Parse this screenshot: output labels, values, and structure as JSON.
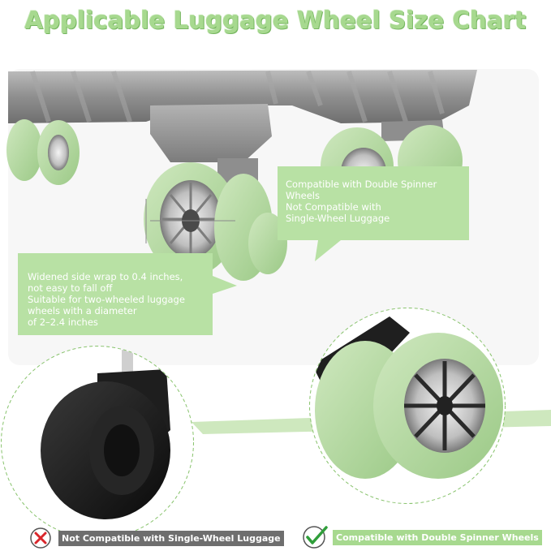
{
  "title": "Applicable Luggage Wheel Size Chart",
  "callout_right": {
    "lines": [
      "Compatible with Double Spinner",
      "Wheels",
      "Not Compatible with",
      "Single-Wheel Luggage"
    ]
  },
  "callout_left": {
    "lines": [
      "Widened side wrap to 0.4 inches,",
      "not easy to fall off",
      "Suitable for two-wheeled luggage",
      "wheels with a diameter",
      "of 2–2.4 inches"
    ]
  },
  "bottom_left": {
    "label": "Not Compatible with Single-Wheel Luggage",
    "icon": "x-icon",
    "color": "#d9262b"
  },
  "bottom_right": {
    "label": "Compatible with Double Spinner Wheels",
    "icon": "check-icon",
    "color": "#2f9e3a"
  },
  "colors": {
    "accent_green": "#a7d98f",
    "gray_label": "#6e6e6e",
    "callout_green": "#b8e1a4"
  }
}
